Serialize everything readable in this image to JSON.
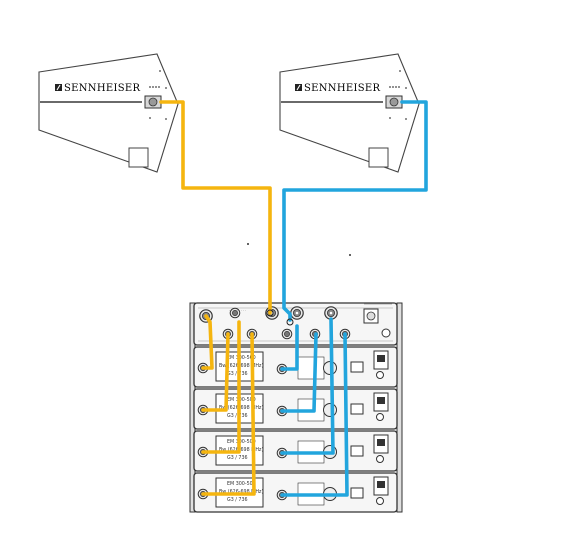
{
  "antennas": [
    {
      "brand": "SENNHEISER",
      "cable": "yellow"
    },
    {
      "brand": "SENNHEISER",
      "cable": "blue"
    }
  ],
  "receivers": [
    {
      "model": "EM 300-500",
      "band": "Bw (626-698 MHz)",
      "channel": "G3 / 736"
    },
    {
      "model": "EM 300-500",
      "band": "Bw (626-698 MHz)",
      "channel": "G3 / 736"
    },
    {
      "model": "EM 300-500",
      "band": "Bw (626-698 MHz)",
      "channel": "G3 / 736"
    },
    {
      "model": "EM 300-500",
      "band": "Bw (626-698 MHz)",
      "channel": "G3 / 736"
    }
  ],
  "colors": {
    "cable_a": "#f5b50f",
    "cable_b": "#22a5dd",
    "line": "#333333",
    "rack_face": "#f6f6f6"
  }
}
